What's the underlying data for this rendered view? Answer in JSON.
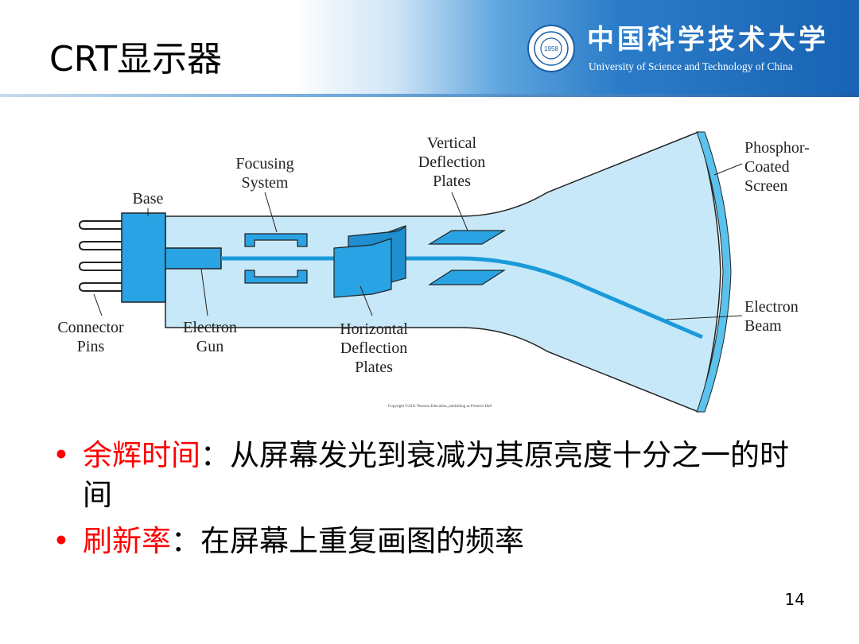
{
  "slide": {
    "title": "CRT显示器",
    "page_number": "14"
  },
  "logo": {
    "name_cn": "中国科学技术大学",
    "name_en": "University of Science and Technology of China",
    "seal_year": "1958"
  },
  "diagram": {
    "labels": {
      "base": "Base",
      "focusing_line1": "Focusing",
      "focusing_line2": "System",
      "vertical_line1": "Vertical",
      "vertical_line2": "Deflection",
      "vertical_line3": "Plates",
      "phosphor_line1": "Phosphor-",
      "phosphor_line2": "Coated",
      "phosphor_line3": "Screen",
      "connector_line1": "Connector",
      "connector_line2": "Pins",
      "gun_line1": "Electron",
      "gun_line2": "Gun",
      "horizontal_line1": "Horizontal",
      "horizontal_line2": "Deflection",
      "horizontal_line3": "Plates",
      "beam_line1": "Electron",
      "beam_line2": "Beam",
      "copyright": "Copyright ©2011 Pearson Education, publishing as Prentice Hall"
    },
    "colors": {
      "tube_fill": "#c7e8f8",
      "component_fill": "#29a3e3",
      "beam": "#1a9ad9",
      "screen": "#5bc2ee"
    }
  },
  "bullets": [
    {
      "term": "余辉时间",
      "text": "：从屏幕发光到衰减为其原亮度十分之一的时间"
    },
    {
      "term": "刷新率",
      "text": "：在屏幕上重复画图的频率"
    }
  ]
}
